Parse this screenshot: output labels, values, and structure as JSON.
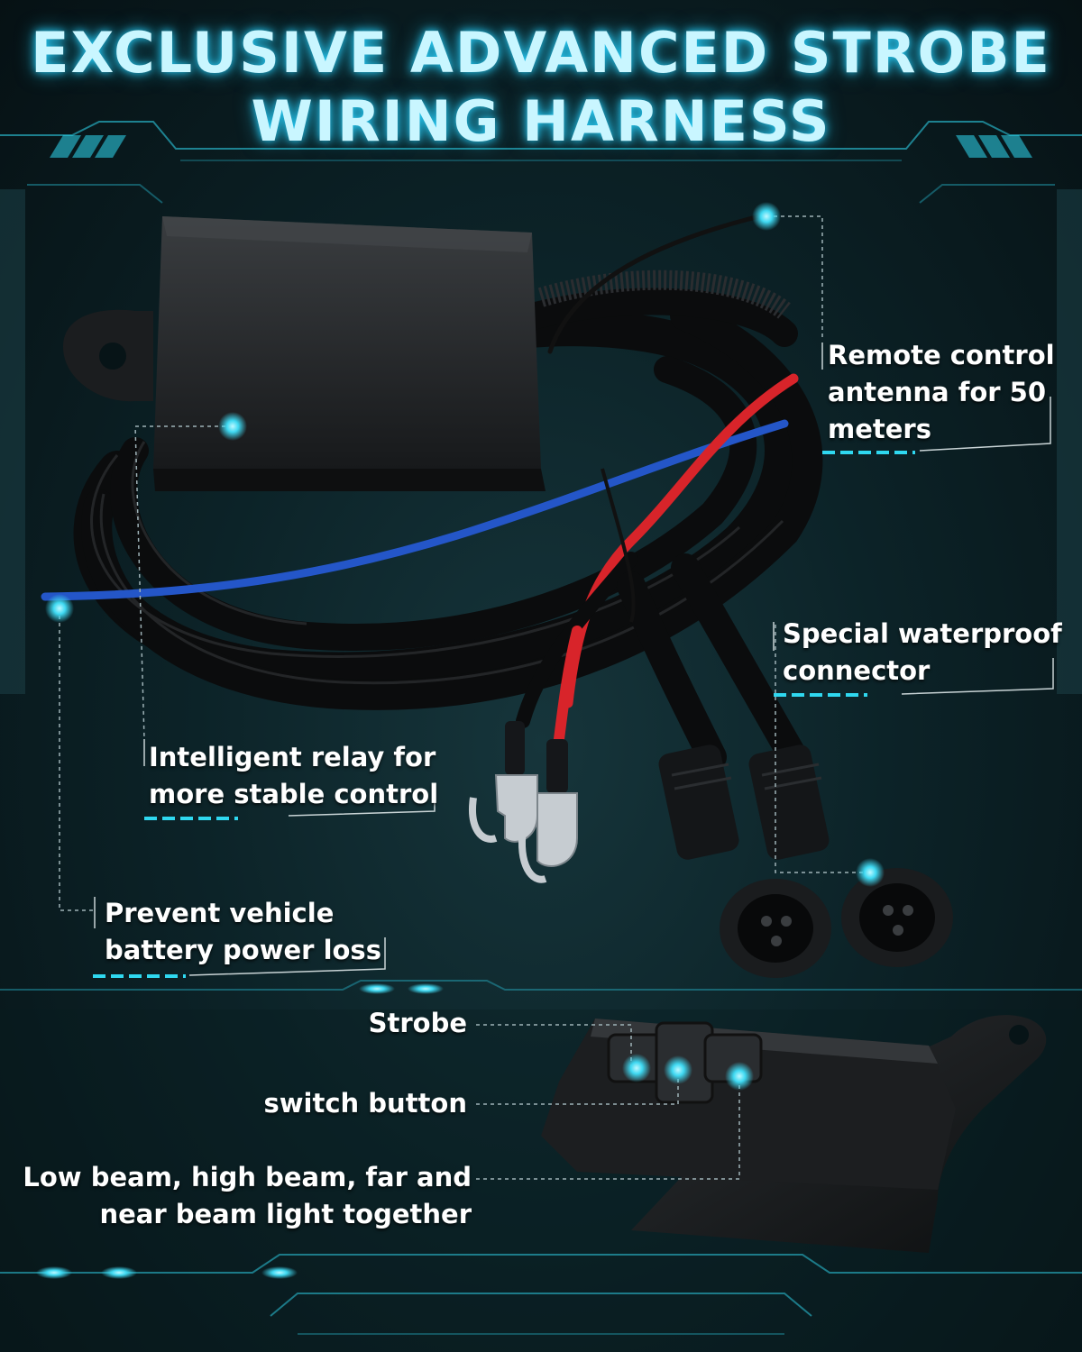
{
  "title": {
    "line1": "EXCLUSIVE ADVANCED STROBE",
    "line2": "WIRING HARNESS"
  },
  "callouts": {
    "antenna": [
      "Remote control",
      "antenna for 50",
      "meters"
    ],
    "connector": [
      "Special waterproof",
      "connector"
    ],
    "relay": [
      "Intelligent relay for",
      "more stable control"
    ],
    "battery": [
      "Prevent vehicle",
      "battery power loss"
    ],
    "strobe": "Strobe",
    "switch": "switch button",
    "beam": [
      "Low beam, high beam, far and",
      "near beam light together"
    ]
  },
  "colors": {
    "accent": "#2fd8f0",
    "background": "#0c2328",
    "wire_red": "#d8242a",
    "wire_blue": "#2456c8"
  }
}
